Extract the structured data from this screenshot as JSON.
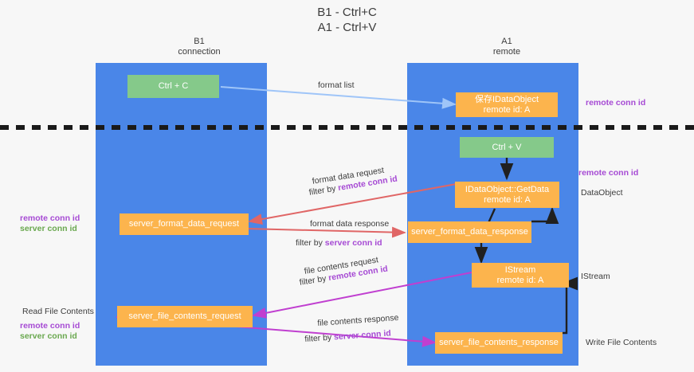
{
  "title": "B1 - Ctrl+C\nA1 - Ctrl+V",
  "colors": {
    "lane": "#4a86e8",
    "green_node": "#85c98a",
    "orange_node": "#fcb44d",
    "remote_conn_id": "#a64ad4",
    "server_conn_id": "#6aa84f",
    "format_list_arrow": "#9fc5f8",
    "format_data_arrow": "#e06666",
    "file_contents_arrow": "#c03fd0",
    "black_arrow": "#202020",
    "divider": "#1a1a1a",
    "text": "#3c3c3c"
  },
  "columns": [
    {
      "name": "left",
      "header": "B1\nconnection"
    },
    {
      "name": "right",
      "header": "A1\nremote"
    }
  ],
  "nodes": [
    {
      "id": "ctrl-c",
      "label": "Ctrl + C",
      "kind": "green"
    },
    {
      "id": "save-idataobject",
      "label": "保存IDataObject\nremote id: A",
      "kind": "orange"
    },
    {
      "id": "ctrl-v",
      "label": "Ctrl + V",
      "kind": "green"
    },
    {
      "id": "idataobject-getdata",
      "label": "IDataObject::GetData\nremote id: A",
      "kind": "orange"
    },
    {
      "id": "server-format-data-request",
      "label": "server_format_data_request",
      "kind": "orange"
    },
    {
      "id": "server-format-data-response",
      "label": "server_format_data_response",
      "kind": "orange"
    },
    {
      "id": "istream",
      "label": "IStream\nremote id: A",
      "kind": "orange"
    },
    {
      "id": "server-file-contents-request",
      "label": "server_file_contents_request",
      "kind": "orange"
    },
    {
      "id": "server-file-contents-response",
      "label": "server_file_contents_response",
      "kind": "orange"
    }
  ],
  "edge_labels": {
    "format_list": "format list",
    "format_data_request": "format data request",
    "format_data_request_filter_prefix": "filter by ",
    "format_data_request_filter_key": "remote conn id",
    "format_data_response": "format data response",
    "format_data_response_filter_prefix": "filter by ",
    "format_data_response_filter_key": "server conn id",
    "file_contents_request": "file contents request",
    "file_contents_request_filter_prefix": "filter by ",
    "file_contents_request_filter_key": "remote conn id",
    "file_contents_response": "file contents response",
    "file_contents_response_filter_prefix": "filter by ",
    "file_contents_response_filter_key": "server conn id"
  },
  "annotations": {
    "right_top_remote": "remote conn id",
    "right_mid_remote": "remote conn id",
    "right_dataobject": "DataObject",
    "right_istream": "IStream",
    "right_write_file_contents": "Write File Contents",
    "left_mid_keys": "remote conn id\nserver conn id",
    "left_read_file_contents": "Read File Contents",
    "left_bottom_keys": "remote conn id\nserver conn id"
  }
}
